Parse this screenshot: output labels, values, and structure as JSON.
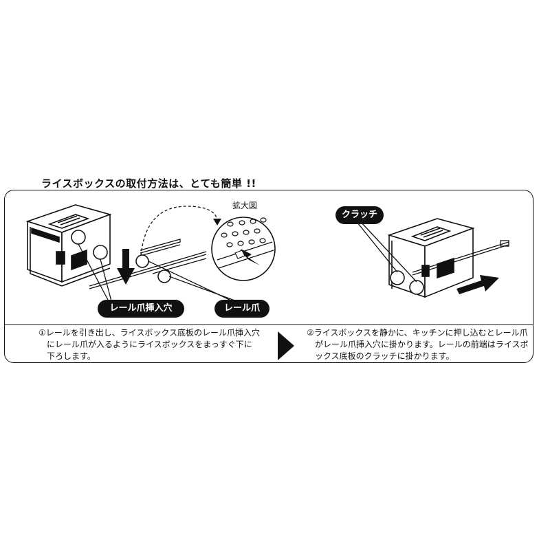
{
  "title": "ライスボックスの取付方法は、とても簡単 !!",
  "zoom_label": "拡大図",
  "labels": {
    "hole": "レール爪挿入穴",
    "claw": "レール爪",
    "clutch": "クラッチ"
  },
  "steps": [
    {
      "lines": [
        "①レールを引き出し、ライスボックス底板のレール爪挿入穴",
        "にレール爪が入るようにライスボックスをまっすぐ下に",
        "下ろします。"
      ]
    },
    {
      "lines": [
        "②ライスボックスを静かに、キッチンに押し込むとレール爪",
        "がレール爪挿入穴に掛かります。レールの前端はライスボ",
        "ックス底板のクラッチに掛かります。"
      ]
    }
  ]
}
